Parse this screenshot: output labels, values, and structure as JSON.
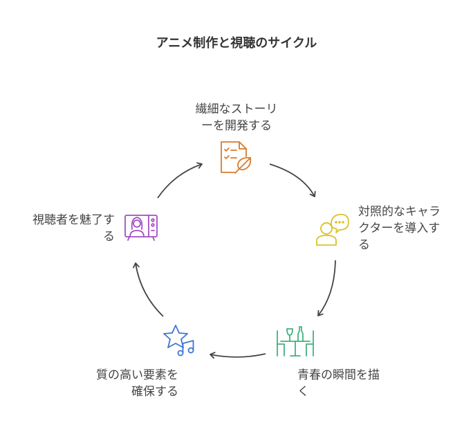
{
  "title": "アニメ制作と視聴のサイクル",
  "steps": [
    {
      "line1": "繊細なストーリ",
      "line2": "ーを開発する",
      "icon": "checklist-feather-icon",
      "color": "#d97a2b"
    },
    {
      "line1": "対照的なキャラ",
      "line2": "クターを導入す",
      "line3": "る",
      "icon": "person-speech-icon",
      "color": "#d9c22a"
    },
    {
      "line1": "青春の瞬間を描",
      "line2": "く",
      "icon": "dining-table-icon",
      "color": "#3fb27f"
    },
    {
      "line1": "質の高い要素を",
      "line2": "確保する",
      "icon": "star-music-icon",
      "color": "#3d74d6"
    },
    {
      "line1": "視聴者を魅了す",
      "line2": "る",
      "icon": "tv-person-icon",
      "color": "#a44cc6"
    }
  ]
}
